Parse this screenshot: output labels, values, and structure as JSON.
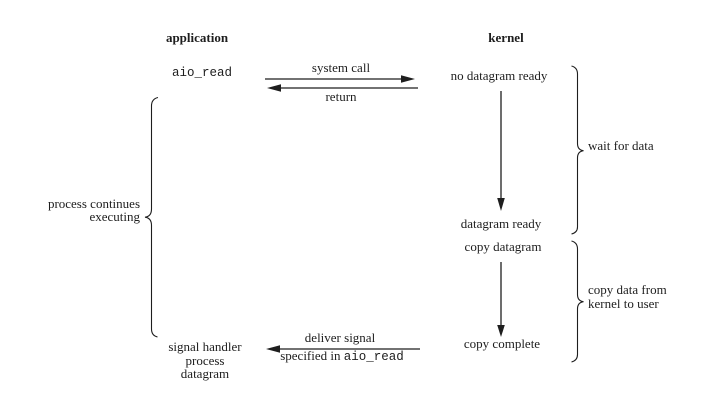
{
  "colors": {
    "ink": "#1e1e1e",
    "background": "#ffffff"
  },
  "columns": {
    "left_title": "application",
    "right_title": "kernel"
  },
  "application": {
    "call_label": "aio_read",
    "handler": {
      "line1": "signal handler",
      "line2": "process",
      "line3": "datagram"
    }
  },
  "kernel": {
    "state_no_datagram": "no datagram ready",
    "state_datagram_ready": "datagram ready",
    "state_copy_datagram": "copy datagram",
    "state_copy_complete": "copy complete"
  },
  "arrows": {
    "system_call": "system call",
    "return_label": "return",
    "deliver_signal_line1": "deliver signal",
    "deliver_signal_line2_prefix": "specified in ",
    "deliver_signal_line2_code": "aio_read"
  },
  "braces": {
    "process_continues": {
      "line1": "process continues",
      "line2": "executing"
    },
    "wait_for_data": "wait for data",
    "copy_data": {
      "line1": "copy data from",
      "line2": "kernel to user"
    }
  }
}
